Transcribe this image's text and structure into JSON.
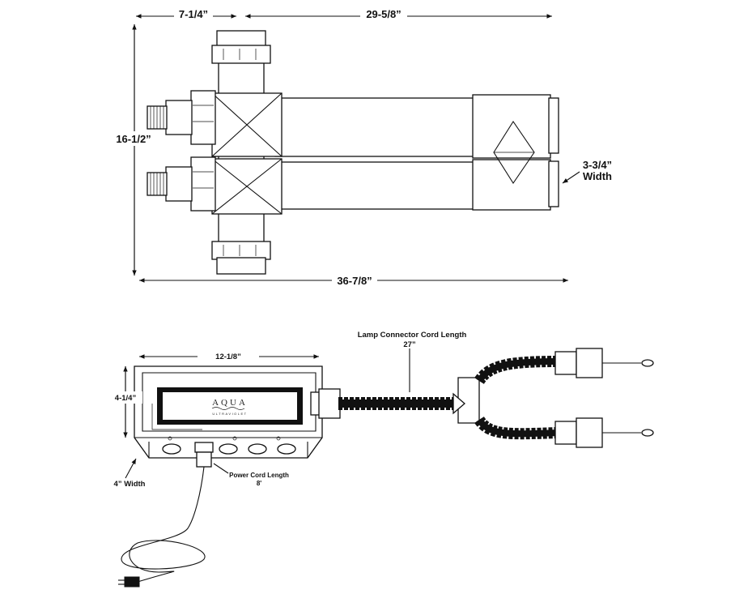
{
  "top_assembly": {
    "dim_left_width": "7-1/4”",
    "dim_top_length": "29-5/8”",
    "dim_height": "16-1/2”",
    "dim_total_length": "36-7/8”",
    "dim_width_value": "3-3/4”",
    "dim_width_label": "Width"
  },
  "ballast": {
    "dim_box_length": "12-1/8”",
    "dim_box_height": "4-1/4”",
    "dim_box_width": "4” Width",
    "logo_text": "AQUA",
    "logo_subtext": "ULTRAVIOLET",
    "lamp_cord_label": "Lamp Connector Cord Length",
    "lamp_cord_value": "27”",
    "power_cord_label": "Power Cord Length",
    "power_cord_value": "8'"
  }
}
